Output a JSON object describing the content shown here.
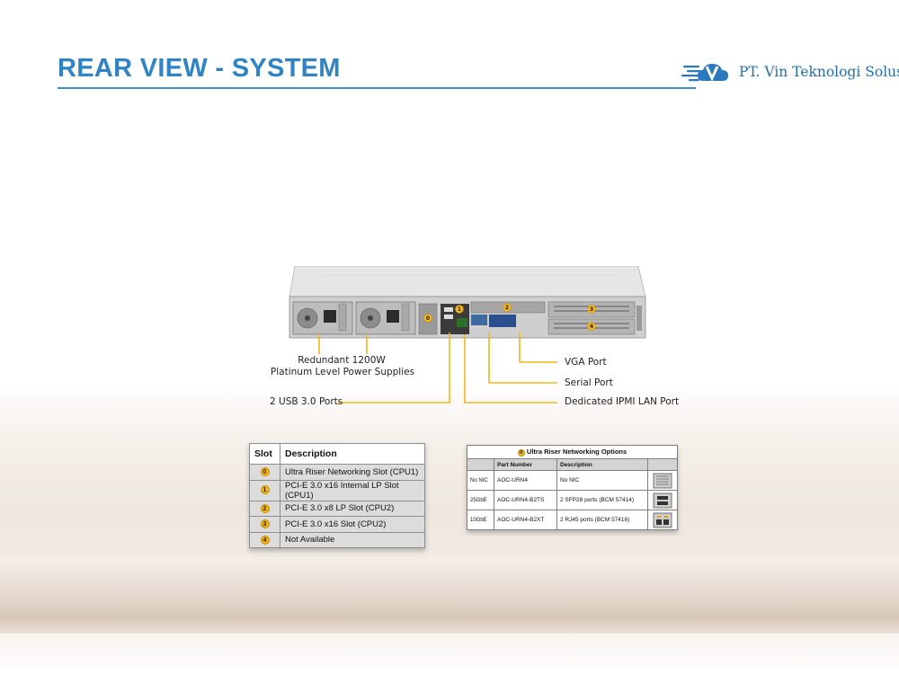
{
  "header": {
    "title": "REAR VIEW - SYSTEM",
    "logo_text": "PT. Vin Teknologi Solusi",
    "logo_letter": "V"
  },
  "colors": {
    "title_blue": "#2e84c4",
    "callout_line": "#f2b51b",
    "badge": "#f2b51b"
  },
  "callouts": {
    "power_supplies_line1": "Redundant 1200W",
    "power_supplies_line2": "Platinum Level Power Supplies",
    "usb": "2 USB 3.0 Ports",
    "vga": "VGA Port",
    "serial": "Serial Port",
    "ipmi": "Dedicated IPMI LAN Port"
  },
  "chassis_badges": [
    "0",
    "1",
    "2",
    "3",
    "4"
  ],
  "slot_table": {
    "headers": [
      "Slot",
      "Description"
    ],
    "rows": [
      {
        "slot": "0",
        "description": "Ultra Riser Networking Slot (CPU1)"
      },
      {
        "slot": "1",
        "description": "PCI-E 3.0 x16 Internal LP Slot (CPU1)"
      },
      {
        "slot": "2",
        "description": "PCI-E 3.0 x8 LP Slot (CPU2)"
      },
      {
        "slot": "3",
        "description": "PCI-E 3.0 x16 Slot (CPU2)"
      },
      {
        "slot": "4",
        "description": "Not Available"
      }
    ]
  },
  "networking_table": {
    "caption_badge": "0",
    "caption": "Ultra Riser Networking Options",
    "headers": [
      "",
      "Part Number",
      "Description",
      ""
    ],
    "rows": [
      {
        "type": "No NIC",
        "part": "AOC-URN4",
        "description": "No NIC",
        "icon": "blank-riser-icon"
      },
      {
        "type": "25GbE",
        "part": "AOC-URN4-B2TS",
        "description": "2 SFP28 ports (BCM 57414)",
        "icon": "sfp28-ports-icon"
      },
      {
        "type": "10GbE",
        "part": "AOC-URN4-B2XT",
        "description": "2 RJ45 ports (BCM 57416)",
        "icon": "rj45-ports-icon"
      }
    ]
  }
}
